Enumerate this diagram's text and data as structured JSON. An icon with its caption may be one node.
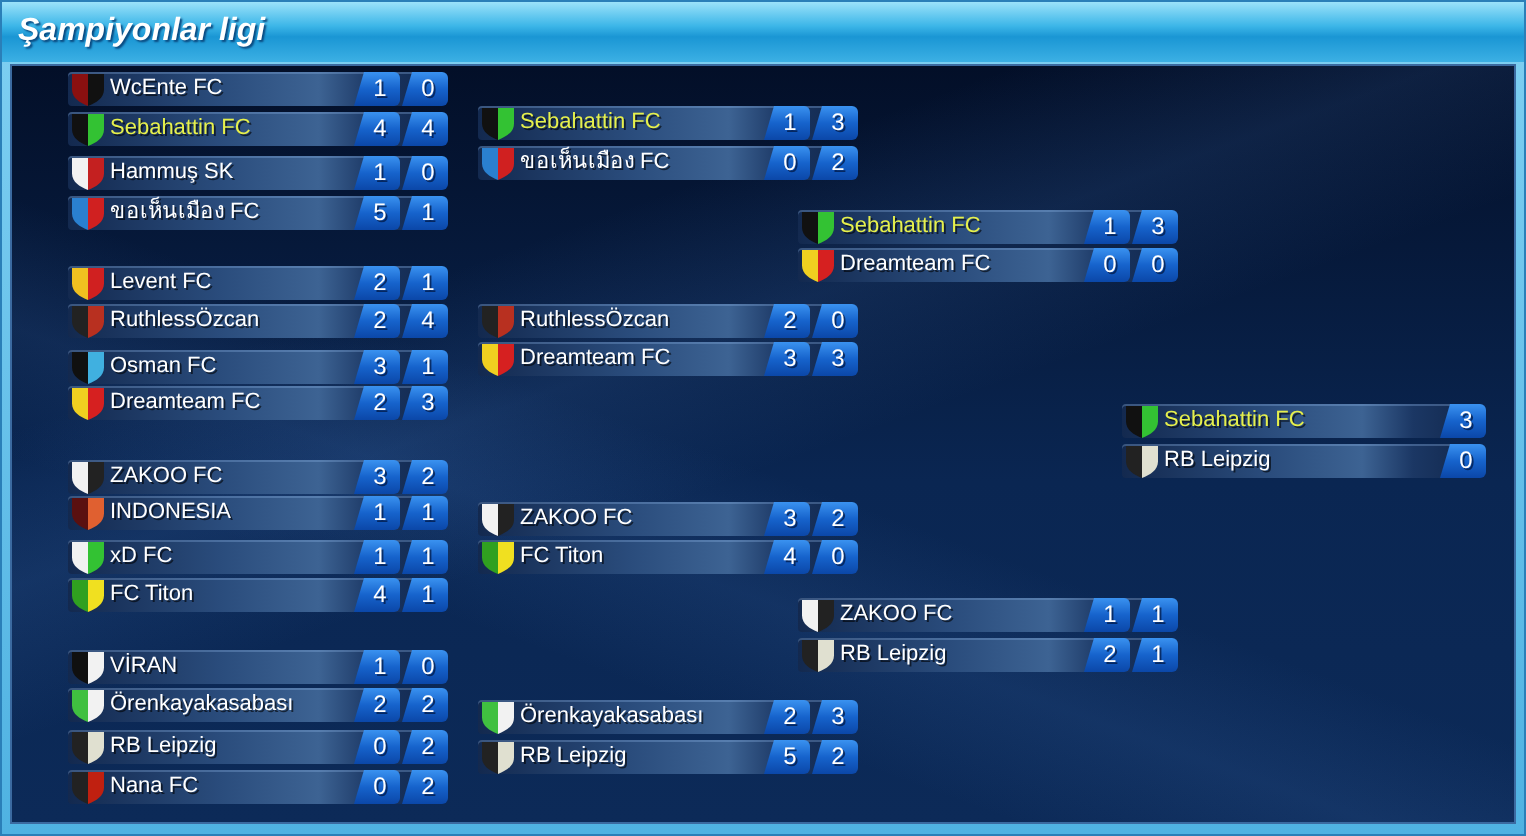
{
  "diagram": {
    "title": "Şampiyonlar ligi",
    "nodes": [
      {
        "text": [
          "WcEnte FC",
          "1",
          "0"
        ]
      },
      {
        "text": [
          "Sebahattin FC",
          "4",
          "4"
        ]
      },
      {
        "text": [
          "Hammuş SK",
          "1",
          "0"
        ]
      },
      {
        "text": [
          "ขอเห็นเมือง FC",
          "5",
          "1"
        ]
      },
      {
        "text": [
          "Levent FC",
          "2",
          "1"
        ]
      },
      {
        "text": [
          "RuthlessÖzcan",
          "2",
          "4"
        ]
      },
      {
        "text": [
          "Osman FC",
          "3",
          "1"
        ]
      },
      {
        "text": [
          "Dreamteam FC",
          "2",
          "3"
        ]
      },
      {
        "text": [
          "ZAKOO FC",
          "3",
          "2"
        ]
      },
      {
        "text": [
          "INDONESIA",
          "1",
          "1"
        ]
      },
      {
        "text": [
          "xD FC",
          "1",
          "1"
        ]
      },
      {
        "text": [
          "FC Titon",
          "4",
          "1"
        ]
      },
      {
        "text": [
          "VİRAN",
          "1",
          "0"
        ]
      },
      {
        "text": [
          "Örenkayakasabası",
          "2",
          "2"
        ]
      },
      {
        "text": [
          "RB Leipzig",
          "0",
          "2"
        ]
      },
      {
        "text": [
          "Nana FC",
          "0",
          "2"
        ]
      },
      {
        "text": [
          "Sebahattin FC",
          "1",
          "3"
        ]
      },
      {
        "text": [
          "ขอเห็นเมือง FC",
          "0",
          "2"
        ]
      },
      {
        "text": [
          "RuthlessÖzcan",
          "2",
          "0"
        ]
      },
      {
        "text": [
          "Dreamteam FC",
          "3",
          "3"
        ]
      },
      {
        "text": [
          "ZAKOO FC",
          "3",
          "2"
        ]
      },
      {
        "text": [
          "FC Titon",
          "4",
          "0"
        ]
      },
      {
        "text": [
          "Örenkayakasabası",
          "2",
          "3"
        ]
      },
      {
        "text": [
          "RB Leipzig",
          "5",
          "2"
        ]
      },
      {
        "text": [
          "Sebahattin FC",
          "1",
          "3"
        ]
      },
      {
        "text": [
          "Dreamteam FC",
          "0",
          "0"
        ]
      },
      {
        "text": [
          "ZAKOO FC",
          "1",
          "1"
        ]
      },
      {
        "text": [
          "RB Leipzig",
          "2",
          "1"
        ]
      },
      {
        "text": [
          "Sebahattin FC",
          "3"
        ]
      },
      {
        "text": [
          "RB Leipzig",
          "0"
        ]
      }
    ]
  }
}
